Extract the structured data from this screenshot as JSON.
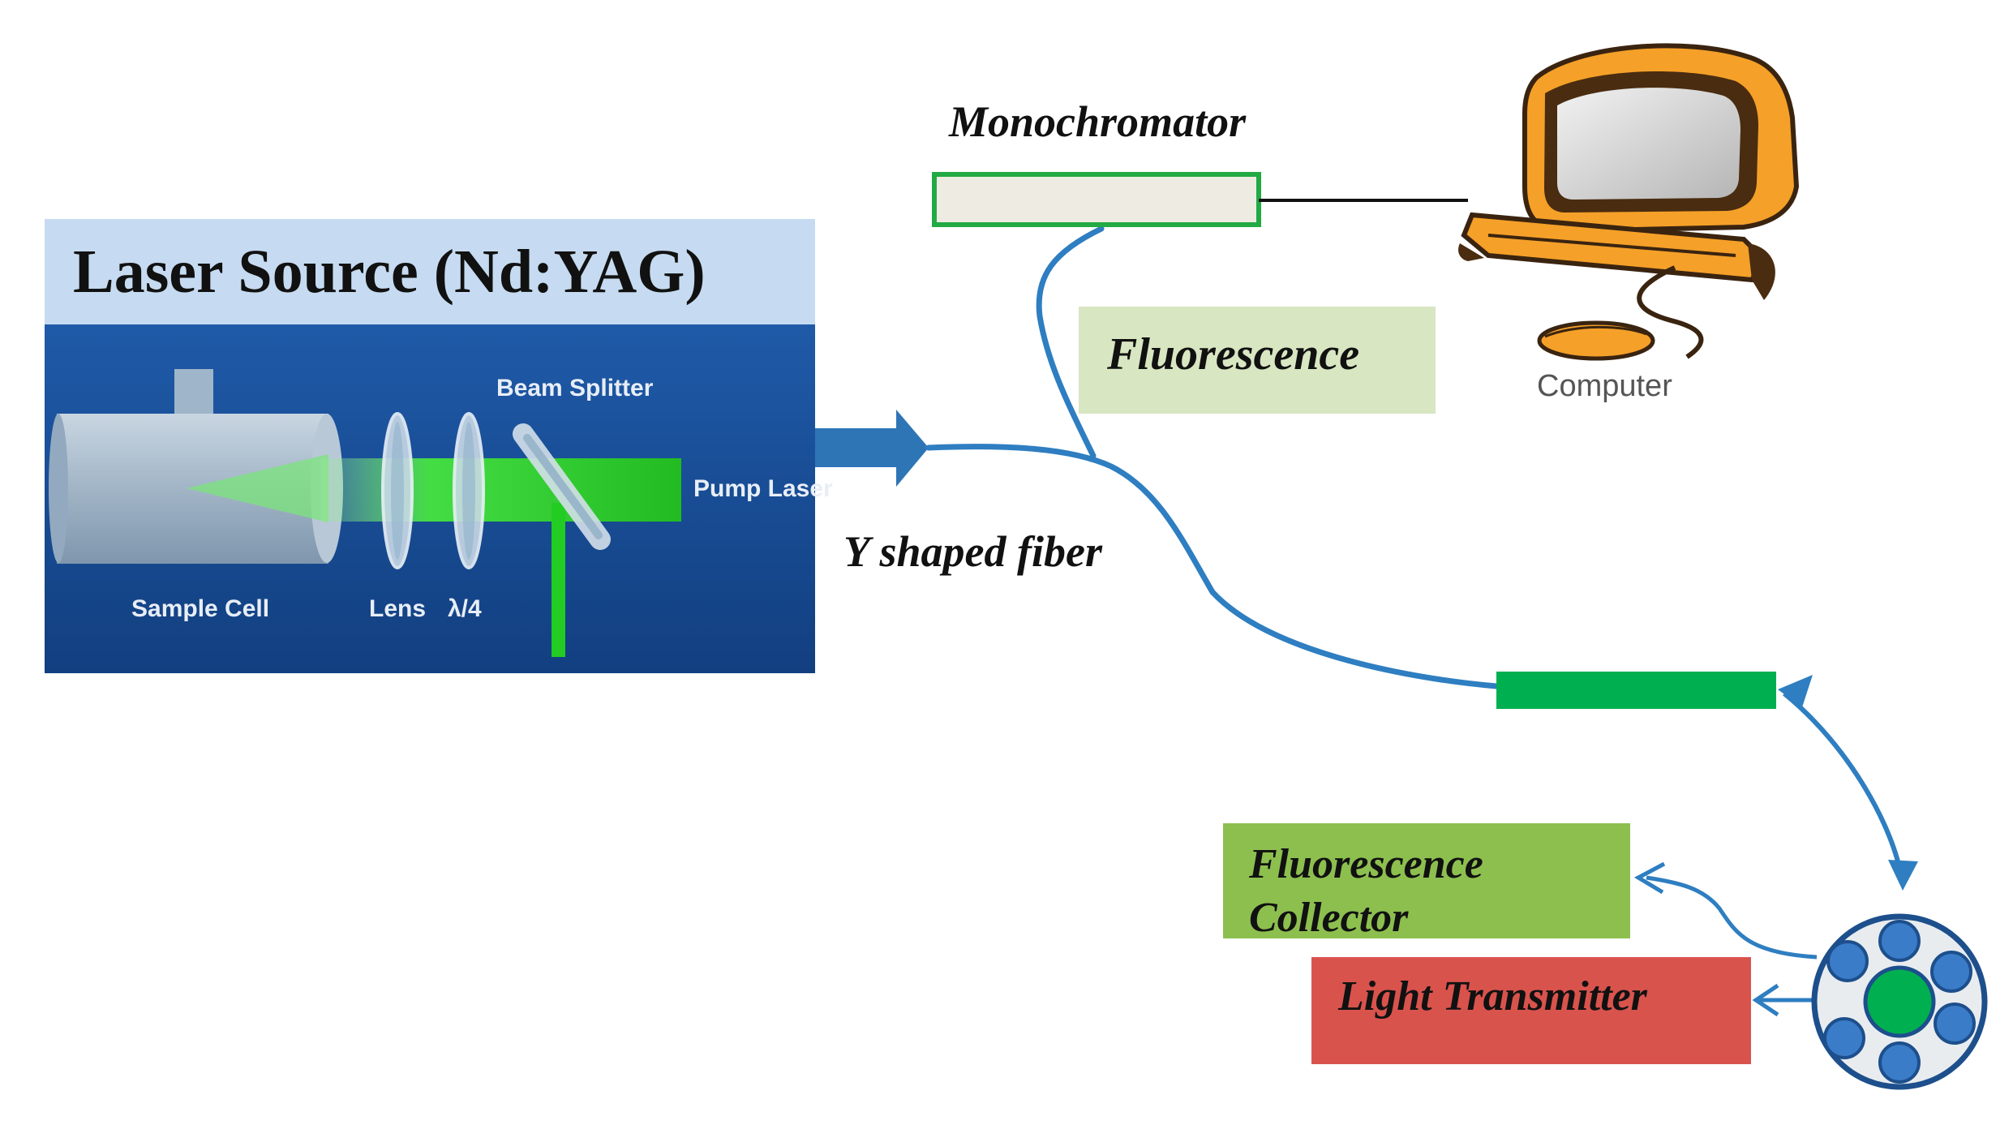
{
  "laser_source": {
    "title": "Laser Source (Nd:YAG)",
    "labels": {
      "beam_splitter": "Beam Splitter",
      "pump_laser": "Pump Laser",
      "sample_cell": "Sample Cell",
      "lens": "Lens",
      "quarter_wave": "λ/4"
    },
    "colors": {
      "header_bg": "#c6dbf1",
      "panel_bg": "#1a4f98",
      "beam": "#22cc22"
    }
  },
  "monochromator": {
    "label": "Monochromator",
    "box_fill": "#eeebe2",
    "box_stroke": "#22aa44"
  },
  "computer": {
    "label": "Computer",
    "icon": "computer-icon",
    "body_color": "#f5a028"
  },
  "fluorescence": {
    "label": "Fluorescence",
    "bg": "#d8e6c2"
  },
  "fiber": {
    "label": "Y shaped fiber",
    "color": "#2e7ec1",
    "connector_color": "#00b050"
  },
  "fluorescence_collector": {
    "label_line1": "Fluorescence",
    "label_line2": "Collector",
    "bg": "#8dbf4f"
  },
  "light_transmitter": {
    "label": "Light Transmitter",
    "bg": "#d9534d"
  },
  "probe_tip": {
    "icon": "fiber-bundle-icon",
    "core_color": "#00b050",
    "fiber_color": "#3a7cc8"
  }
}
